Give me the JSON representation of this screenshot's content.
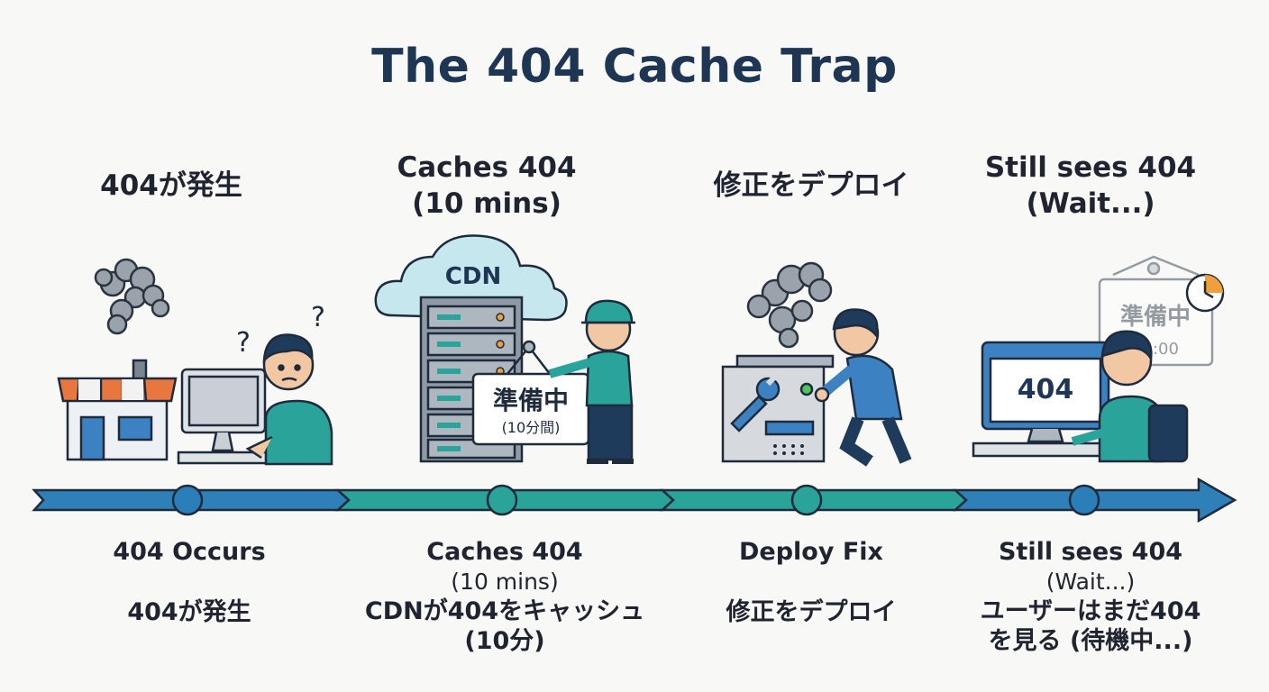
{
  "title": "The 404 Cache Trap",
  "stages": [
    {
      "top_label": "404が発生",
      "bottom_en": "404 Occurs",
      "bottom_jp": "404が発生"
    },
    {
      "top_label_1": "Caches 404",
      "top_label_2": "(10 mins)",
      "server_label": "CDN",
      "sign_main": "準備中",
      "sign_sub": "(10分間)",
      "bottom_en": "Caches 404",
      "bottom_en_2": "(10 mins)",
      "bottom_jp_1": "CDNが404をキャッシュ",
      "bottom_jp_2": "(10分)"
    },
    {
      "top_label": "修正をデプロイ",
      "bottom_en": "Deploy Fix",
      "bottom_jp": "修正をデプロイ"
    },
    {
      "top_label_1": "Still sees 404",
      "top_label_2": "(Wait...)",
      "screen_text": "404",
      "sign_main": "準備中",
      "sign_sub": "15:00",
      "bottom_en": "Still sees 404",
      "bottom_en_2": "(Wait...)",
      "bottom_jp_1": "ユーザーはまだ404",
      "bottom_jp_2": "を見る (待機中...)"
    }
  ],
  "colors": {
    "title": "#1e3554",
    "arrow_blue": "#2f7fb8",
    "arrow_teal": "#2aa398",
    "node": "#2b7fb8",
    "outline": "#1d2b3c"
  }
}
